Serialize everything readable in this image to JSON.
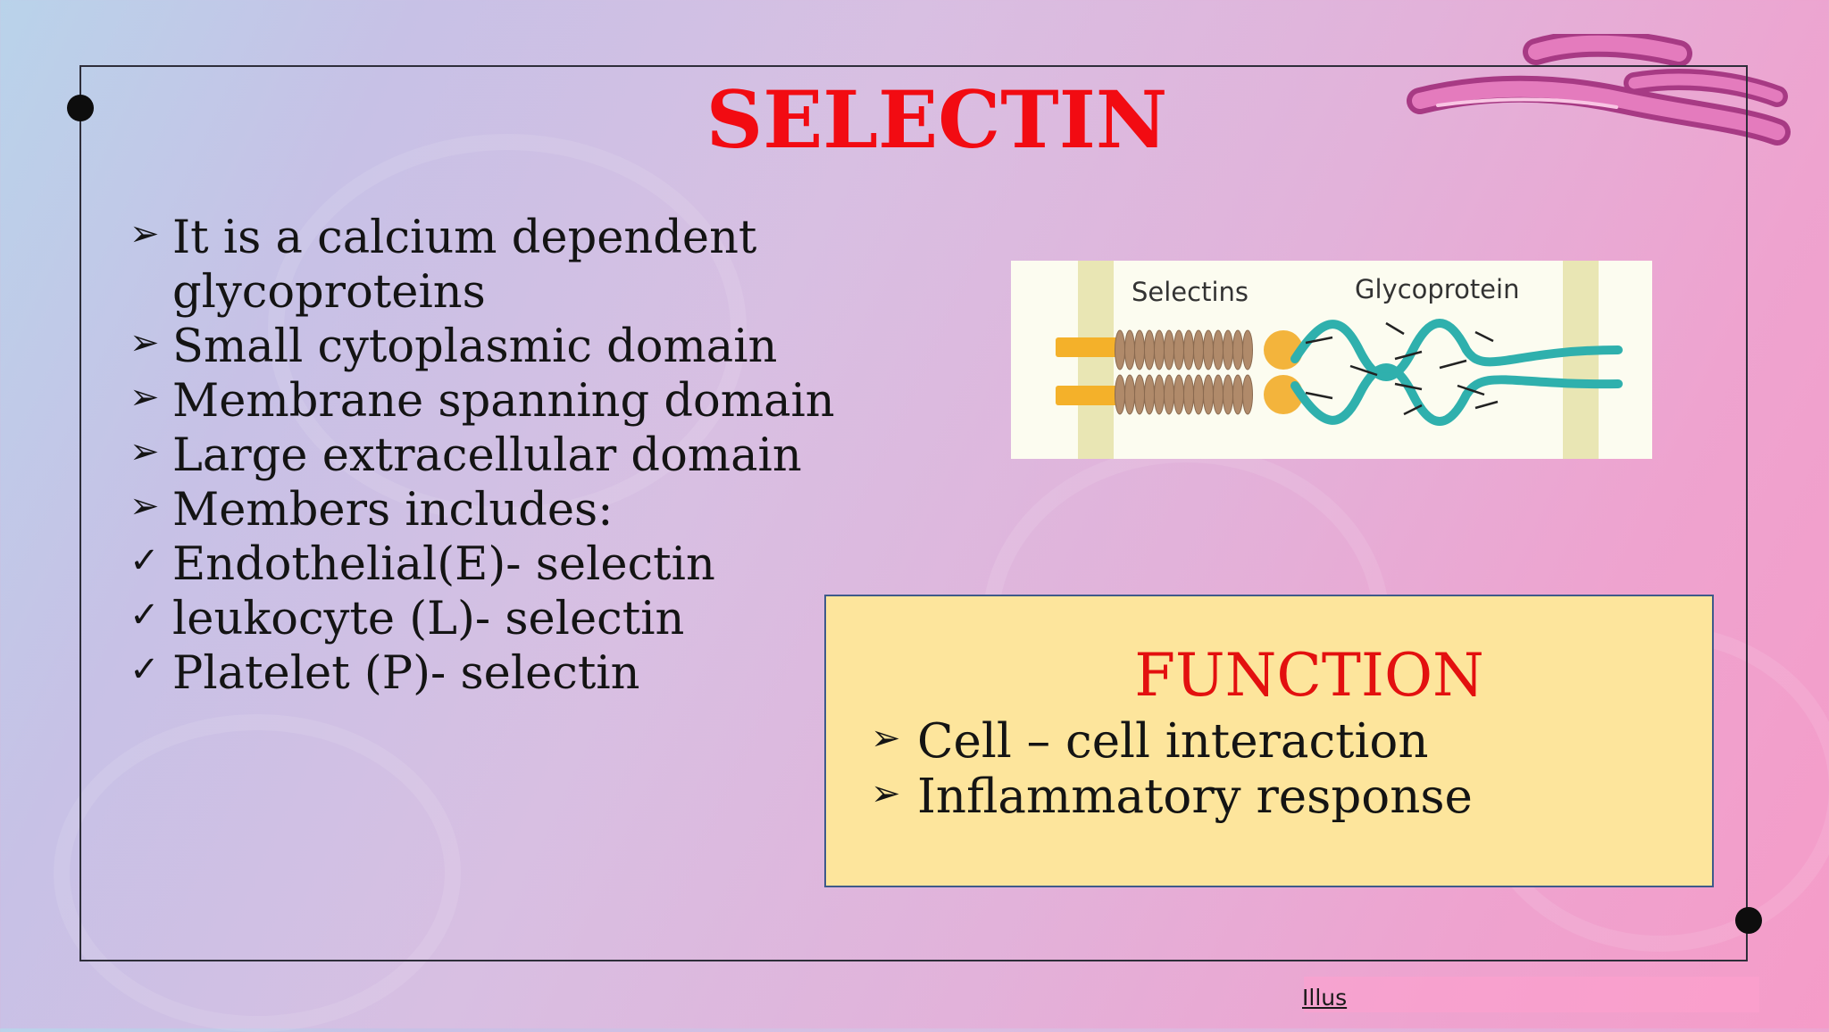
{
  "slide": {
    "title": "SELECTIN",
    "bullets": [
      {
        "marker": "arrow",
        "text": "It is a calcium dependent glycoproteins"
      },
      {
        "marker": "arrow",
        "text": "Small cytoplasmic domain"
      },
      {
        "marker": "arrow",
        "text": "Membrane spanning domain"
      },
      {
        "marker": "arrow",
        "text": "Large extracellular domain"
      },
      {
        "marker": "arrow",
        "text": "Members includes:"
      },
      {
        "marker": "check",
        "text": "Endothelial(E)- selectin"
      },
      {
        "marker": "check",
        "text": "leukocyte (L)- selectin"
      },
      {
        "marker": "check",
        "text": "Platelet (P)- selectin"
      }
    ]
  },
  "diagram": {
    "label_left": "Selectins",
    "label_right": "Glycoprotein"
  },
  "function_box": {
    "title": "FUNCTION",
    "items": [
      "Cell – cell interaction",
      "Inflammatory response"
    ]
  },
  "footer": {
    "link_text": "Illus"
  },
  "colors": {
    "title": "#f20b12",
    "function_title": "#e3100f",
    "function_box_bg": "#fde59c",
    "function_box_border": "#3f5a8a",
    "diagram_selectin": "#b08a6a",
    "diagram_glycoprotein": "#2fb0ad",
    "diagram_stalk": "#f4b12a"
  },
  "icons": {
    "arrow": "arrow-bullet-icon",
    "check": "check-bullet-icon"
  }
}
